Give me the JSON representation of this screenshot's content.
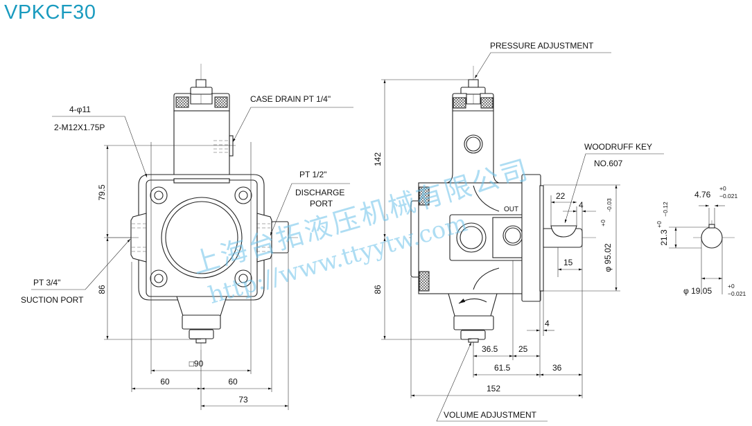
{
  "title": "VPKCF30",
  "front_view": {
    "hole_spec": "4-φ11",
    "thread_spec": "2-M12X1.75P",
    "case_drain": "CASE DRAIN PT 1/4\"",
    "discharge_size": "PT 1/2\"",
    "discharge_line1": "DISCHARGE",
    "discharge_line2": "PORT",
    "suction_size": "PT 3/4\"",
    "suction_label": "SUCTION PORT",
    "dim_upper": "79.5",
    "dim_lower": "86",
    "dim_square": "□90",
    "dim_left": "60",
    "dim_right": "60",
    "dim_port": "73"
  },
  "side_view": {
    "pressure_adjustment": "PRESSURE ADJUSTMENT",
    "volume_adjustment": "VOLUME ADJUSTMENT",
    "woodruff_key": "WOODRUFF KEY",
    "woodruff_no": "NO.607",
    "out_label": "OUT",
    "dim_height_upper": "142",
    "dim_height_lower": "86",
    "dim_pilot": "φ 95.02",
    "dim_pilot_tol_plus": "+0",
    "dim_pilot_tol_minus": "-0.03",
    "dim_22": "22",
    "dim_4_key": "4",
    "dim_15": "15",
    "dim_4_flange": "4",
    "dim_36_5": "36.5",
    "dim_25": "25",
    "dim_61_5": "61.5",
    "dim_36": "36",
    "dim_152": "152"
  },
  "shaft_section": {
    "key_width": "4.76",
    "key_width_tol_plus": "+0",
    "key_width_tol_minus": "−0.021",
    "key_height": "21.3",
    "key_height_tol_plus": "+0",
    "key_height_tol_minus": "−0.12",
    "shaft_dia": "φ 19.05",
    "shaft_dia_tol_plus": "+0",
    "shaft_dia_tol_minus": "−0.021"
  },
  "watermark": {
    "company": "上海台拓液压机械有限公司",
    "url": "http://www.ttyytw.com"
  }
}
